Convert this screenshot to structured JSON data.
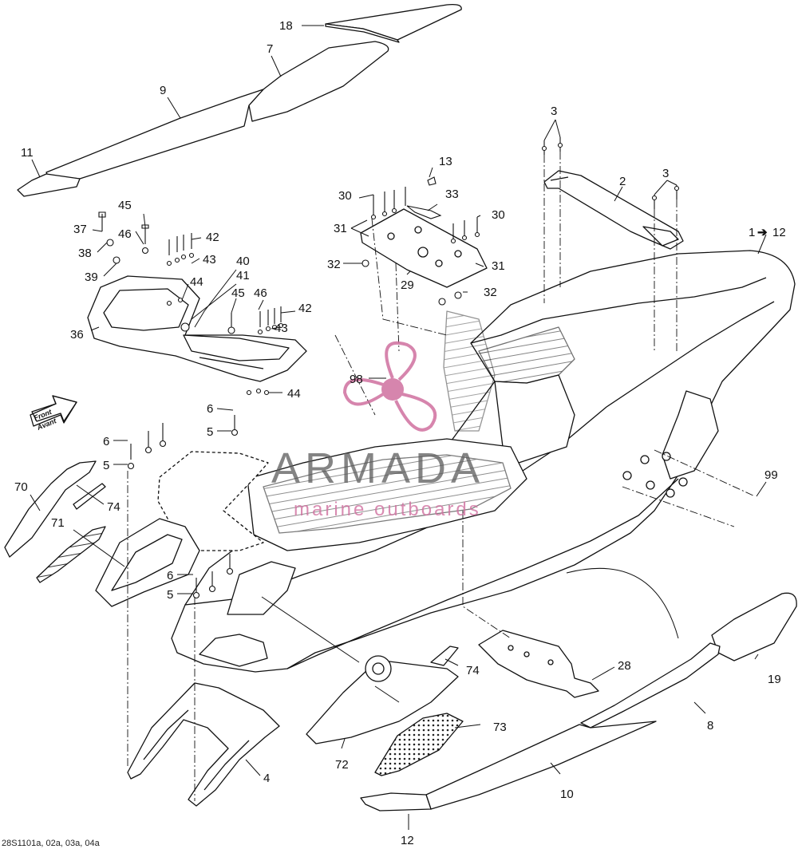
{
  "diagram": {
    "drawing_code": "28S1101a, 02a, 03a, 04a",
    "front_badge": {
      "line1": "Front",
      "line2": "Avant"
    },
    "watermark": {
      "brand": "ARMADA",
      "tagline": "marine outboards",
      "color": "#d0709f"
    },
    "callouts": {
      "c18": "18",
      "c7": "7",
      "c9": "9",
      "c11": "11",
      "c3a": "3",
      "c3b": "3",
      "c2": "2",
      "c1": "1",
      "c1_target": "12",
      "c13": "13",
      "c30a": "30",
      "c30b": "30",
      "c33": "33",
      "c31a": "31",
      "c31b": "31",
      "c32a": "32",
      "c32b": "32",
      "c29": "29",
      "c45a": "45",
      "c37": "37",
      "c46a": "46",
      "c42a": "42",
      "c38": "38",
      "c43a": "43",
      "c39": "39",
      "c40": "40",
      "c41": "41",
      "c44a": "44",
      "c45b": "45",
      "c46b": "46",
      "c42b": "42",
      "c43b": "43",
      "c36": "36",
      "c44b": "44",
      "c98": "98",
      "c6a": "6",
      "c5a": "5",
      "c6b": "6",
      "c5b": "5",
      "c70": "70",
      "c74a": "74",
      "c71": "71",
      "c99": "99",
      "c6c": "6",
      "c5c": "5",
      "c74b": "74",
      "c28": "28",
      "c19": "19",
      "c73": "73",
      "c8": "8",
      "c72": "72",
      "c4": "4",
      "c10": "10",
      "c12": "12"
    }
  }
}
